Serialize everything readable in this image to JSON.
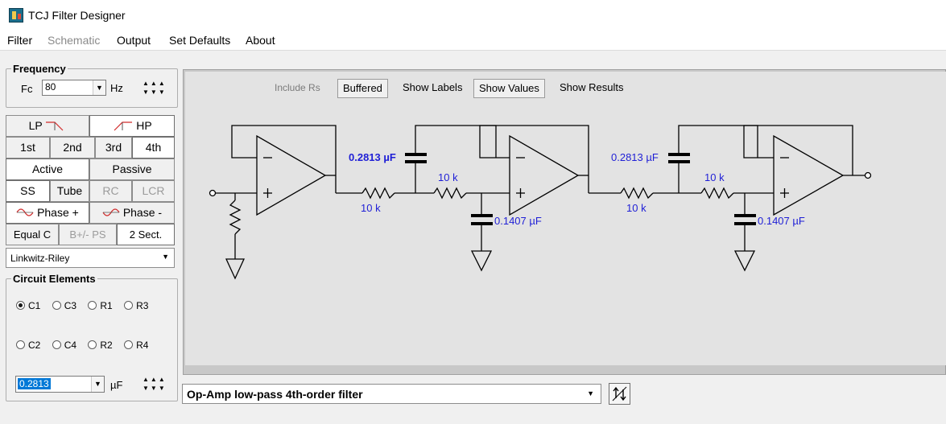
{
  "window": {
    "title": "TCJ Filter Designer"
  },
  "menu": {
    "filter": "Filter",
    "schematic": "Schematic",
    "output": "Output",
    "set_defaults": "Set Defaults",
    "about": "About"
  },
  "frequency": {
    "legend": "Frequency",
    "fc_label": "Fc",
    "value": "80",
    "unit": "Hz"
  },
  "filter_buttons": {
    "lp": "LP",
    "hp": "HP",
    "order_1": "1st",
    "order_2": "2nd",
    "order_3": "3rd",
    "order_4": "4th",
    "active": "Active",
    "passive": "Passive",
    "ss": "SS",
    "tube": "Tube",
    "rc": "RC",
    "lcr": "LCR",
    "phase_plus": "Phase +",
    "phase_minus": "Phase -",
    "equal_c": "Equal C",
    "bps": "B+/- PS",
    "two_sect": "2 Sect."
  },
  "alignment": {
    "value": "Linkwitz-Riley"
  },
  "circuit_elements": {
    "legend": "Circuit Elements",
    "options": [
      "C1",
      "C3",
      "R1",
      "R3",
      "C2",
      "C4",
      "R2",
      "R4"
    ],
    "selected": "C1",
    "value": "0.2813",
    "unit": "µF"
  },
  "schematic_toolbar": {
    "include_rs": "Include Rs",
    "buffered": "Buffered",
    "show_labels": "Show Labels",
    "show_values": "Show Values",
    "show_results": "Show Results"
  },
  "schematic_labels": {
    "c1_stage1": "0.2813 µF",
    "r1_stage1": "10 k",
    "r2_stage1": "10 k",
    "c2_stage1": "0.1407 µF",
    "c1_stage2": "0.2813 µF",
    "r1_stage2": "10 k",
    "r2_stage2": "10 k",
    "c2_stage2": "0.1407 µF"
  },
  "filter_select": {
    "value": "Op-Amp low-pass 4th-order filter"
  },
  "colors": {
    "label_blue": "#1f1fd6",
    "selection": "#0078d7"
  }
}
